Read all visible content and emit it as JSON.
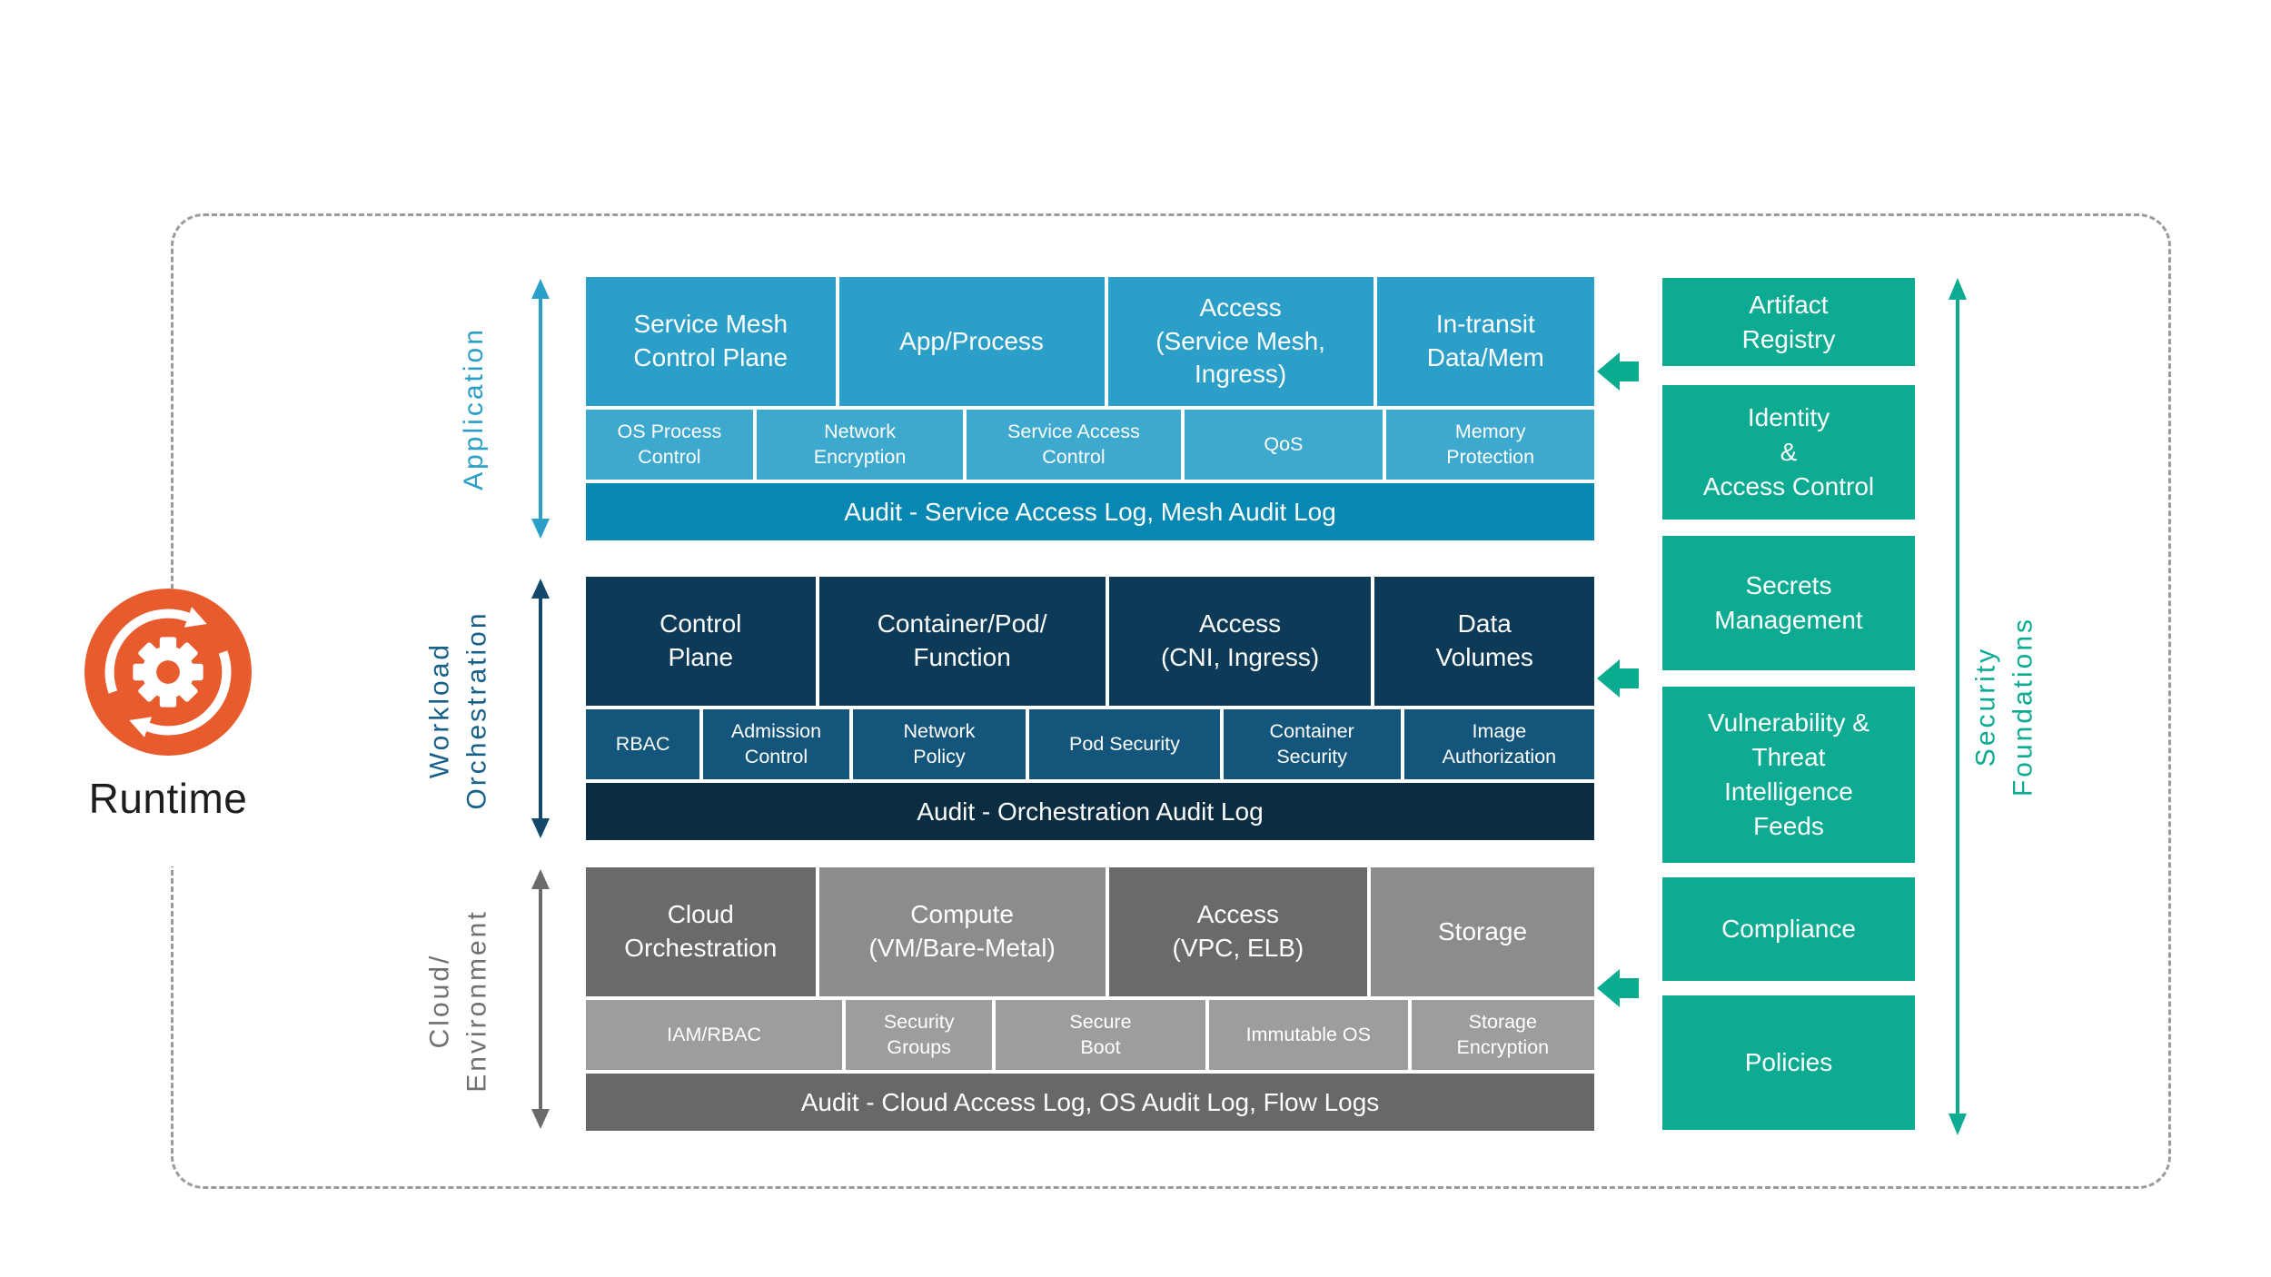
{
  "runtime": {
    "label": "Runtime",
    "icon": "gear-sync-icon"
  },
  "security_foundations": {
    "label": "Security Foundations"
  },
  "layers": [
    {
      "name": "Application",
      "side_label": "Application",
      "row1": [
        "Service Mesh\nControl Plane",
        "App/Process",
        "Access\n(Service Mesh,\nIngress)",
        "In-transit\nData/Mem"
      ],
      "row2": [
        "OS Process\nControl",
        "Network\nEncryption",
        "Service Access\nControl",
        "QoS",
        "Memory\nProtection"
      ],
      "audit": "Audit - Service Access Log, Mesh Audit Log"
    },
    {
      "name": "Workload Orchestration",
      "side_label": "Workload\nOrchestration",
      "row1": [
        "Control\nPlane",
        "Container/Pod/\nFunction",
        "Access\n(CNI, Ingress)",
        "Data\nVolumes"
      ],
      "row2": [
        "RBAC",
        "Admission\nControl",
        "Network\nPolicy",
        "Pod Security",
        "Container\nSecurity",
        "Image\nAuthorization"
      ],
      "audit": "Audit - Orchestration Audit Log"
    },
    {
      "name": "Cloud/Environment",
      "side_label": "Cloud/\nEnvironment",
      "row1": [
        "Cloud\nOrchestration",
        "Compute\n(VM/Bare-Metal)",
        "Access\n(VPC, ELB)",
        "Storage"
      ],
      "row2": [
        "IAM/RBAC",
        "Security\nGroups",
        "Secure\nBoot",
        "Immutable OS",
        "Storage\nEncryption"
      ],
      "audit": "Audit - Cloud Access Log, OS Audit Log, Flow Logs"
    }
  ],
  "foundations": [
    "Artifact\nRegistry",
    "Identity\n&\nAccess Control",
    "Secrets\nManagement",
    "Vulnerability &\nThreat\nIntelligence\nFeeds",
    "Compliance",
    "Policies"
  ],
  "colors": {
    "teal": "#0cab92",
    "orange": "#e75b2d",
    "app_row1": "#2c9fc8",
    "app_row2": "#3ea9cf",
    "app_audit": "#0788b3",
    "workload_row1": "#0d3b57",
    "workload_row2": "#14567b",
    "workload_audit": "#0b2d42",
    "cloud_dark": "#6a6a6a",
    "cloud_light": "#8c8c8c",
    "cloud_row2": "#9d9d9d",
    "cloud_audit": "#686868",
    "app_label": "#2a9fc7",
    "workload_label": "#17608a",
    "cloud_label": "#707070",
    "frame_dash": "#9a9a9a"
  }
}
